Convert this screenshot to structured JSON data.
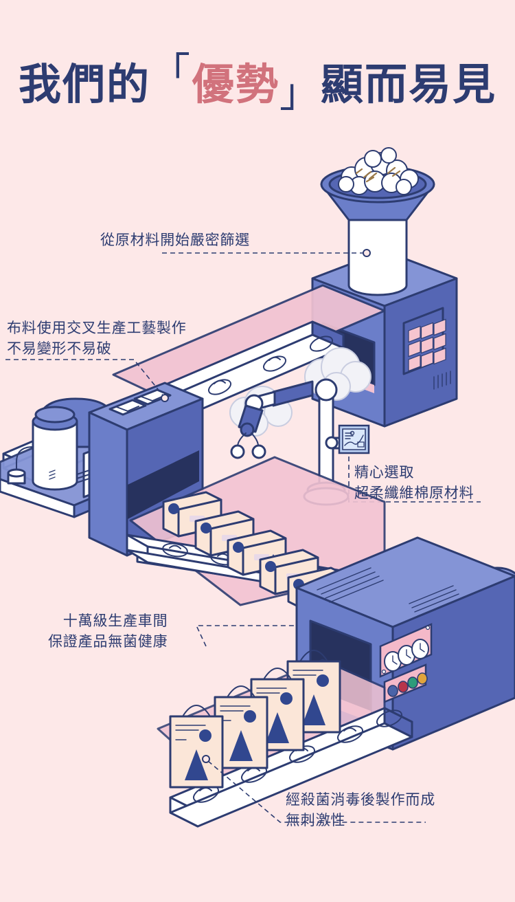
{
  "page": {
    "background_color": "#fde8e8",
    "primary_navy": "#2d3c71",
    "machine_blue": "#6b7ec9",
    "machine_blue_dark": "#5566b4",
    "accent_rose": "#d1727c",
    "belt_pink": "#f2c3d2",
    "package_cream": "#fbe6d8"
  },
  "title": {
    "prefix": "我們的",
    "bracket_open": "「",
    "highlight": "優勢",
    "bracket_close": "」",
    "suffix": "顯而易見",
    "full_text": "我們的「優勢」顯而易見"
  },
  "callouts": [
    {
      "id": "raw-material",
      "lines": [
        "從原材料開始嚴密篩選"
      ],
      "connector": "dashed-line-to-hopper",
      "anchor": "top-hopper"
    },
    {
      "id": "fabric-process",
      "lines": [
        "布料使用交叉生產工藝製作",
        "不易變形不易破"
      ],
      "connector": "dashed-line-to-machine",
      "anchor": "left-machine"
    },
    {
      "id": "fiber-selection",
      "lines": [
        "精心選取",
        "超柔纖維棉原材料"
      ],
      "connector": "dashed-line-to-monitor",
      "anchor": "conveyor-monitor"
    },
    {
      "id": "clean-room",
      "lines": [
        "十萬級生產車間",
        "保證產品無菌健康"
      ],
      "connector": "dashed-line-to-conveyor",
      "anchor": "main-conveyor"
    },
    {
      "id": "sterilized",
      "lines": [
        "經殺菌消毒後製作而成",
        "無刺激性"
      ],
      "connector": "dashed-line-to-bag",
      "anchor": "finished-bags"
    }
  ],
  "illustration": {
    "scene_name": "isometric-production-line",
    "elements": [
      {
        "name": "cotton-bolls",
        "description": "raw cotton on hopper"
      },
      {
        "name": "funnel-hopper",
        "description": "blue intake funnel"
      },
      {
        "name": "intake-machine",
        "description": "blue box with 3x3 pink button grid"
      },
      {
        "name": "upper-conveyor",
        "description": "white belt carrying cotton"
      },
      {
        "name": "robotic-arm",
        "description": "navy articulated gripper arm"
      },
      {
        "name": "monitor-display",
        "description": "control screen showing line chart"
      },
      {
        "name": "mixing-machine",
        "description": "left machine with white tank and two vents"
      },
      {
        "name": "lower-conveyor",
        "description": "main belt with wrapped packages"
      },
      {
        "name": "product-packages",
        "count": 5
      },
      {
        "name": "sterilizer-machine",
        "description": "blue oven with gauge panel"
      },
      {
        "name": "gauges",
        "count": 3
      },
      {
        "name": "indicator-lights",
        "count": 4,
        "colors": [
          "#4a63a8",
          "#b8354a",
          "#2d9c7a",
          "#e0a43c"
        ]
      },
      {
        "name": "shopping-bags",
        "count": 4
      },
      {
        "name": "output-conveyor",
        "description": "final belt carrying finished bags"
      }
    ]
  }
}
